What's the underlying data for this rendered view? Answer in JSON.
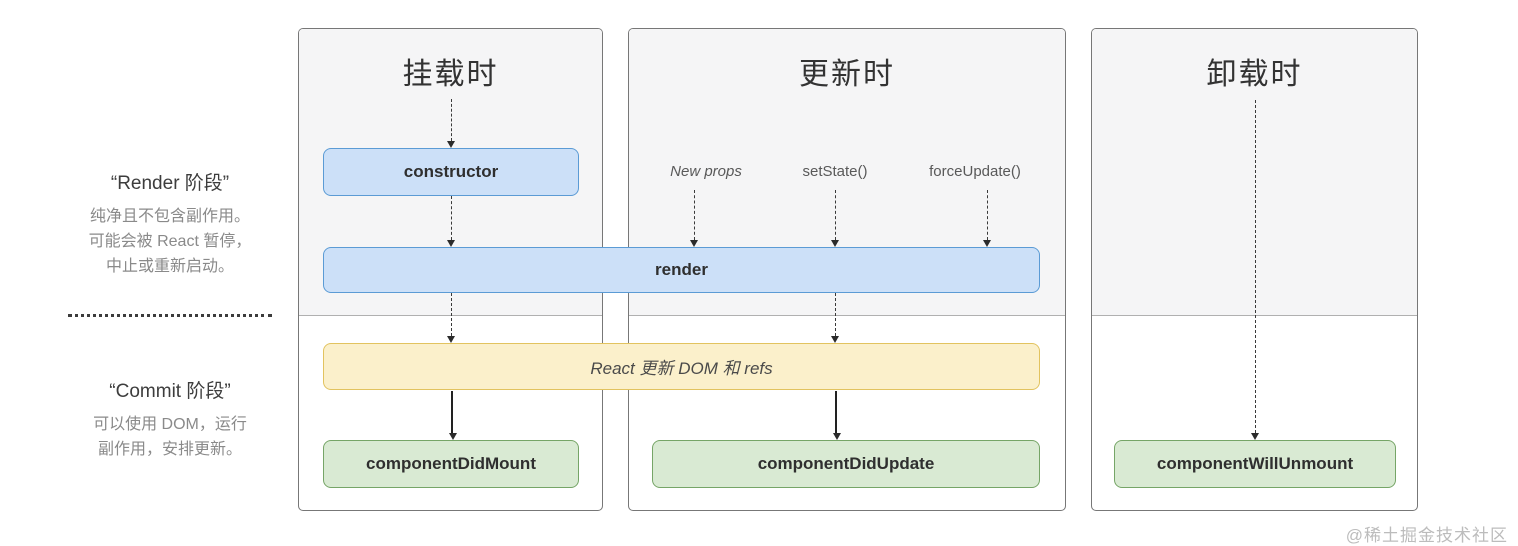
{
  "left_legend": {
    "render_phase": {
      "title": "“Render 阶段”",
      "lines": [
        "纯净且不包含副作用。",
        "可能会被 React 暂停，",
        "中止或重新启动。"
      ]
    },
    "commit_phase": {
      "title": "“Commit 阶段”",
      "lines": [
        "可以使用 DOM，运行",
        "副作用，安排更新。"
      ]
    }
  },
  "columns": {
    "mounting": {
      "title": "挂载时"
    },
    "updating": {
      "title": "更新时",
      "triggers": [
        "New props",
        "setState()",
        "forceUpdate()"
      ]
    },
    "unmounting": {
      "title": "卸载时"
    }
  },
  "boxes": {
    "constructor": "constructor",
    "render": "render",
    "react_updates": "React 更新 DOM 和 refs",
    "did_mount": "componentDidMount",
    "did_update": "componentDidUpdate",
    "will_unmount": "componentWillUnmount"
  },
  "colors": {
    "blue_fill": "#cce0f8",
    "blue_border": "#5b9bd5",
    "yellow_fill": "#fbf0cb",
    "yellow_border": "#e2c35f",
    "green_fill": "#d9ead3",
    "green_border": "#76a567",
    "panel_top_bg": "#f5f5f6",
    "panel_border": "#777777"
  },
  "watermark": "@稀土掘金技术社区"
}
